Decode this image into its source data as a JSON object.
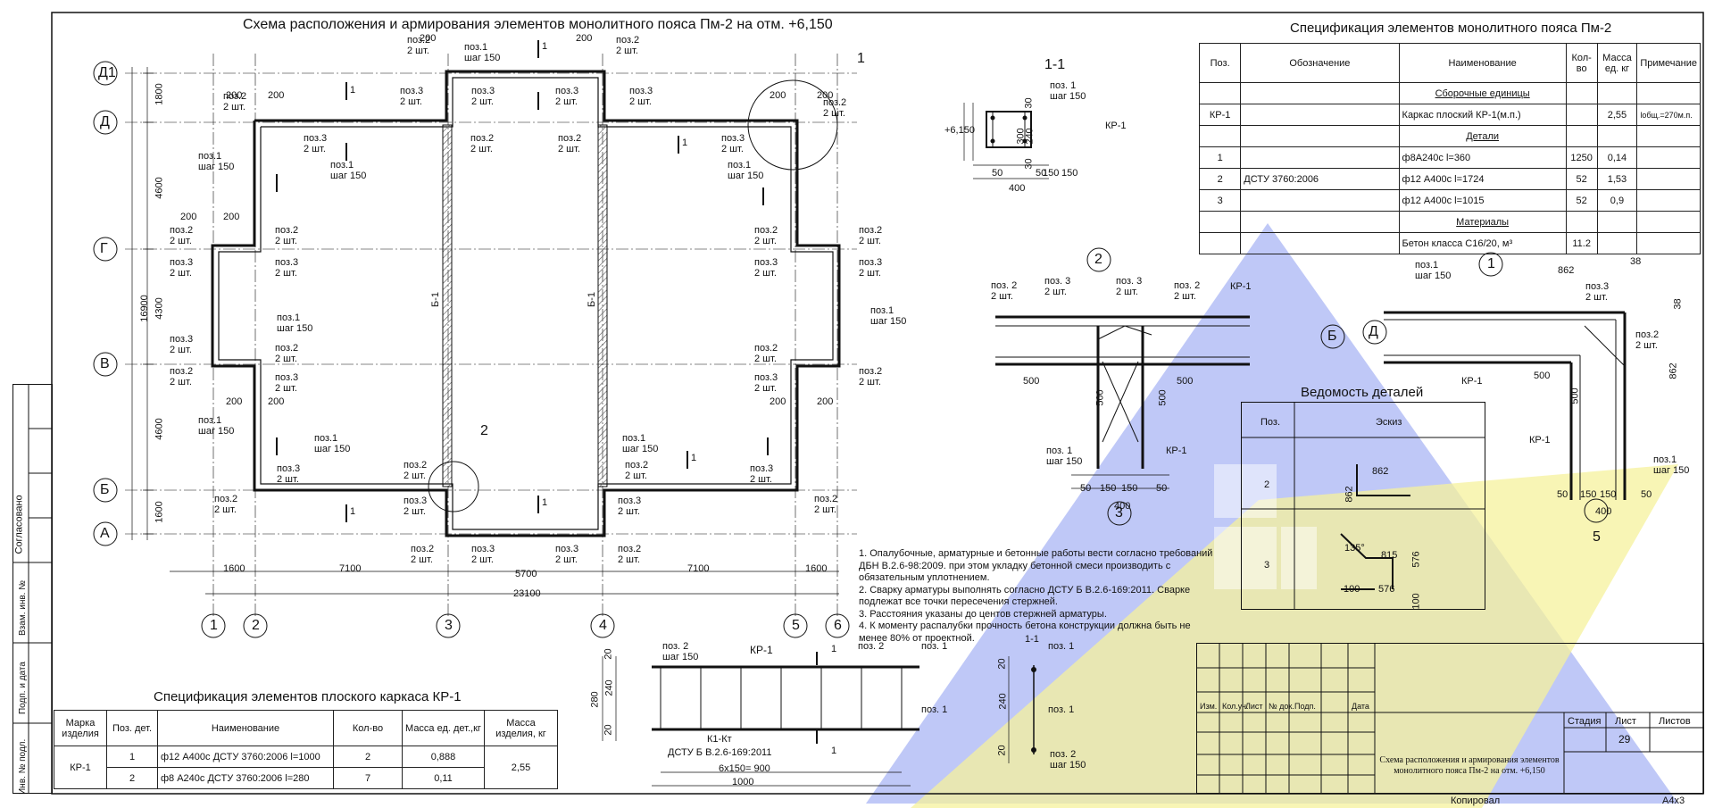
{
  "main_title": "Схема расположения и армирования элементов монолитного пояса Пм-2 на отм. +6,150",
  "axes_rows": [
    "Д1",
    "Д",
    "Г",
    "В",
    "Б",
    "А"
  ],
  "axes_cols": [
    "1",
    "2",
    "3",
    "4",
    "5",
    "6"
  ],
  "row_dims": [
    "1800",
    "4600",
    "4300",
    "4600",
    "1600"
  ],
  "total_vertical": "16900",
  "col_dims": [
    "1600",
    "7100",
    "5700",
    "7100",
    "1600"
  ],
  "total_horizontal": "23100",
  "beam_label": "Б-1",
  "callouts": [
    "1",
    "2"
  ],
  "plan_labels": {
    "pos1": "поз.1",
    "pos2": "поз.2",
    "pos3": "поз.3",
    "two_pcs": "2 шт.",
    "step150": "шаг 150",
    "d200": "200",
    "cut": "1"
  },
  "section_1_1": {
    "title": "1-1",
    "elev": "+6,150",
    "pos1": "поз. 1",
    "step": "шаг 150",
    "kr": "КР-1",
    "dims_v": [
      "30",
      "240",
      "30",
      "300"
    ],
    "dims_h": [
      "50",
      "150",
      "150",
      "50"
    ],
    "total": "400"
  },
  "spec_pm2": {
    "title": "Спецификация элементов монолитного пояса Пм-2",
    "headers": [
      "Поз.",
      "Обозначение",
      "Наименование",
      "Кол-во",
      "Масса ед. кг",
      "Примечание"
    ],
    "section_assembly": "Сборочные единицы",
    "row_kr": {
      "pos": "КР-1",
      "name": "Каркас плоский КР-1(м.п.)",
      "mass": "2,55",
      "note": "lобщ.=270м.п."
    },
    "section_details": "Детали",
    "standard": "ДСТУ 3760:2006",
    "details": [
      {
        "pos": "1",
        "name": "ф8А240с l=360",
        "qty": "1250",
        "mass": "0,14"
      },
      {
        "pos": "2",
        "name": "ф12 А400с l=1724",
        "qty": "52",
        "mass": "1,53"
      },
      {
        "pos": "3",
        "name": "ф12 А400с l=1015",
        "qty": "52",
        "mass": "0,9"
      }
    ],
    "section_materials": "Материалы",
    "material": {
      "name": "Бетон класса С16/20, м³",
      "qty": "11.2"
    }
  },
  "node2": {
    "num": "2",
    "labels": [
      "поз. 2",
      "2 шт.",
      "поз. 3",
      "2 шт.",
      "поз. 3",
      "2 шт.",
      "поз. 2",
      "2 шт.",
      "КР-1",
      "поз. 1",
      "шаг 150",
      "КР-1"
    ],
    "dims": [
      "50",
      "150",
      "150",
      "50",
      "400",
      "500",
      "500",
      "500",
      "500"
    ],
    "axis_b": "Б",
    "axis_3": "3"
  },
  "node1": {
    "num": "1",
    "labels": [
      "поз.1",
      "шаг 150",
      "поз.3",
      "2 шт.",
      "поз.2",
      "2 шт.",
      "КР-1",
      "КР-1",
      "поз.1",
      "шаг 150"
    ],
    "dims": [
      "862",
      "38",
      "38",
      "862",
      "500",
      "500",
      "50",
      "150",
      "150",
      "50",
      "400"
    ],
    "axis_d": "Д",
    "axis_5": "5"
  },
  "details_sheet": {
    "title": "Ведомость деталей",
    "headers": [
      "Поз.",
      "Эскиз"
    ],
    "rows": [
      {
        "pos": "2",
        "dims": [
          "862",
          "862"
        ]
      },
      {
        "pos": "3",
        "dims": [
          "135°",
          "815",
          "576",
          "576",
          "100",
          "100"
        ]
      }
    ]
  },
  "notes": [
    "1. Опалубочные, арматурные и бетонные работы вести согласно требований ДБН В.2.6-98:2009. при этом укладку бетонной смеси производить с обязательным уплотнением.",
    "2. Сварку арматуры выполнять согласно ДСТУ Б В.2.6-169:2011. Сварке подлежат все точки пересечения стержней.",
    "3. Расстояния указаны до центов стержней арматуры.",
    "4. К моменту распалубки прочность бетона конструкции должна быть не менее 80% от проектной."
  ],
  "kr1_drawing": {
    "title": "КР-1",
    "pos2": "поз. 2",
    "step": "шаг 150",
    "pos1": "поз. 1",
    "weld": "К1-Кт",
    "weld_std": "ДСТУ Б В.2.6-169:2011",
    "dim_step": "6x150= 900",
    "dim_total": "1000",
    "dims_v": [
      "20",
      "240",
      "20",
      "280"
    ],
    "cut": "1"
  },
  "section_small": {
    "title": "1-1",
    "labels": [
      "поз. 1",
      "поз. 1",
      "поз. 2",
      "шаг 150"
    ],
    "dims": [
      "20",
      "240",
      "20"
    ]
  },
  "spec_kr1": {
    "title": "Спецификация элементов плоского каркаса КР-1",
    "headers": [
      "Марка изделия",
      "Поз. дет.",
      "Наименование",
      "Кол-во",
      "Масса ед. дет.,кг",
      "Масса изделия, кг"
    ],
    "mark": "КР-1",
    "rows": [
      {
        "pos": "1",
        "name": "ф12 А400с ДСТУ 3760:2006 l=1000",
        "qty": "2",
        "mass": "0,888"
      },
      {
        "pos": "2",
        "name": "ф8 А240с ДСТУ 3760:2006 l=280",
        "qty": "7",
        "mass": "0,11"
      }
    ],
    "total": "2,55"
  },
  "title_block": {
    "cols": [
      "Изм.",
      "Кол.уч.",
      "Лист",
      "№ док.",
      "Подп.",
      "Дата"
    ],
    "stage": "Стадия",
    "sheet": "Лист",
    "sheets": "Листов",
    "sheet_no": "29",
    "name": "Схема расположения и армирования элементов монолитного пояса Пм-2 на отм. +6,150",
    "copied": "Копировал",
    "format": "А4х3"
  },
  "side_stamp": [
    "Согласовано",
    "Взам. инв. №",
    "Подп. и дата",
    "Инв. № подл."
  ],
  "colors": {
    "ink": "#111111",
    "watermark_blue": "#8f9ff0",
    "watermark_yellow": "#f2ee92",
    "hatch": "#555555"
  }
}
